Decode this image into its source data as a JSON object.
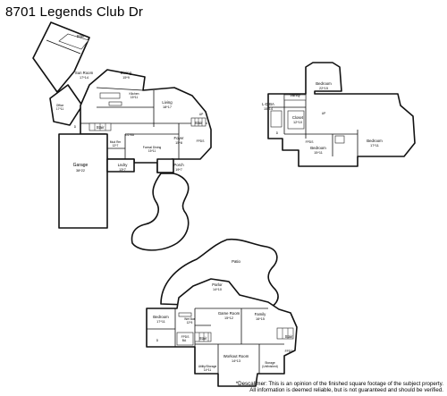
{
  "page": {
    "title": "8701 Legends Club Dr",
    "disclaimer": [
      "*Descalimer: This is an opinion of the finished square footage of the subject property.",
      "All information is deemed reliable, but is not guaranteed and should be verified."
    ]
  },
  "rooms": {
    "stair_a": {
      "name": "Stair",
      "dim": ""
    },
    "sun_room": {
      "name": "Sun Room",
      "dim": "17*14"
    },
    "dining": {
      "name": "Dining",
      "dim": "15*9"
    },
    "kitchen": {
      "name": "Kitchen",
      "dim": "15*11"
    },
    "office": {
      "name": "Office",
      "dim": "17*11"
    },
    "living": {
      "name": "Living",
      "dim": "18*17"
    },
    "stair_b": {
      "name": "Stair",
      "dim": ""
    },
    "stair_c": {
      "name": "Stair",
      "dim": ""
    },
    "half_bath": {
      "name": "1/2 BA",
      "dim": ""
    },
    "mud_rm": {
      "name": "Mud Rm",
      "dim": "12*7"
    },
    "formal_dining": {
      "name": "Formal Dining",
      "dim": "15*11"
    },
    "foyer": {
      "name": "Foyer",
      "dim": "15*8"
    },
    "garage": {
      "name": "Garage",
      "dim": "38*22"
    },
    "lndry": {
      "name": "Lndry",
      "dim": "13*7"
    },
    "porch": {
      "name": "Porch",
      "dim": "19*7"
    },
    "bedroom_up1": {
      "name": "Bedroom",
      "dim": "22*15"
    },
    "vanity": {
      "name": "Vanity",
      "dim": ""
    },
    "lo_ba": {
      "name": "L-D BA",
      "dim": "15*14"
    },
    "closet": {
      "name": "Closet",
      "dim": "12*10"
    },
    "bedroom_up2": {
      "name": "Bedroom",
      "dim": "15*11"
    },
    "bedroom_up3": {
      "name": "Bedroom",
      "dim": "17*11"
    },
    "patio": {
      "name": "Patio",
      "dim": ""
    },
    "parlor": {
      "name": "Parlor",
      "dim": "14*10"
    },
    "bedroom_low": {
      "name": "Bedroom",
      "dim": "17*11"
    },
    "wet_bar": {
      "name": "Wet Bar",
      "dim": "12*5"
    },
    "game_room": {
      "name": "Game Room",
      "dim": "15*12"
    },
    "family": {
      "name": "Family",
      "dim": "16*15"
    },
    "stair_low1": {
      "name": "Stair",
      "dim": ""
    },
    "stair_low2": {
      "name": "Stair",
      "dim": ""
    },
    "workout": {
      "name": "Workout Room",
      "dim": "14*13"
    },
    "utility": {
      "name": "Utility/Storage",
      "dim": "14*11"
    },
    "storage": {
      "name": "Storage",
      "dim": "(Unfinished)"
    }
  },
  "fixture_labels": {
    "up_a": "UP",
    "up_b": "UP",
    "fp_main": "FPDS",
    "fp_up": "FPDS",
    "fp_low": "FPDS",
    "fp_low2": "FPDS",
    "d_main": "D",
    "d_up": "D",
    "d_low": "D",
    "bath_low": "BA"
  }
}
